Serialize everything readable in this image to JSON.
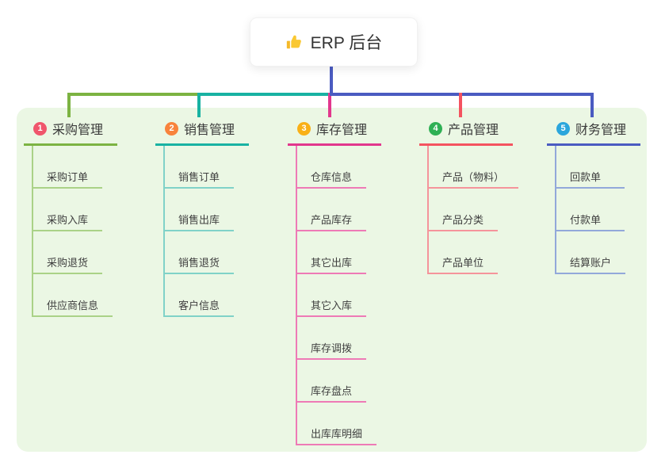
{
  "root": {
    "label": "ERP 后台",
    "icon": "thumbs-up",
    "icon_color": "#f7c325"
  },
  "canvas": {
    "background": "#ffffff",
    "panel_background": "#ebf7e4",
    "text_color": "#3a3a3a"
  },
  "connector": {
    "stem_color": "#4a5bc1"
  },
  "branches": [
    {
      "number": "1",
      "title": "采购管理",
      "badge_color": "#f0566c",
      "line_color": "#7cb342",
      "child_line_color": "#aad287",
      "children": [
        "采购订单",
        "采购入库",
        "采购退货",
        "供应商信息"
      ]
    },
    {
      "number": "2",
      "title": "销售管理",
      "badge_color": "#f8833c",
      "line_color": "#18b2a2",
      "child_line_color": "#80d2c8",
      "children": [
        "销售订单",
        "销售出库",
        "销售退货",
        "客户信息"
      ]
    },
    {
      "number": "3",
      "title": "库存管理",
      "badge_color": "#f9b017",
      "line_color": "#e2378d",
      "child_line_color": "#ee7ab6",
      "children": [
        "仓库信息",
        "产品库存",
        "其它出库",
        "其它入库",
        "库存调拨",
        "库存盘点",
        "出库库明细"
      ]
    },
    {
      "number": "4",
      "title": "产品管理",
      "badge_color": "#2fb055",
      "line_color": "#f4535f",
      "child_line_color": "#f5949b",
      "children": [
        "产品（物料）",
        "产品分类",
        "产品单位"
      ]
    },
    {
      "number": "5",
      "title": "财务管理",
      "badge_color": "#2ba6dc",
      "line_color": "#4a5bc1",
      "child_line_color": "#92a8da",
      "children": [
        "回款单",
        "付款单",
        "结算账户"
      ]
    }
  ]
}
